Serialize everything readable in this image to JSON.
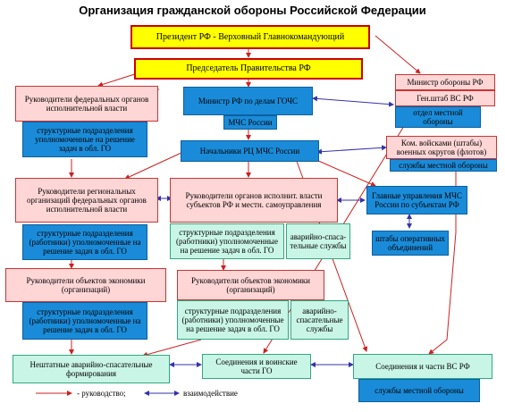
{
  "title": "Организация гражданской обороны Российской Федерации",
  "boxes": {
    "president": "Президент РФ - Верховный Главнокомандующий",
    "premier": "Председатель Правительства РФ",
    "defense_minister": "Министр обороны РФ",
    "gen_staff": "Ген.штаб ВС РФ",
    "local_defense_dept": "отдел местной обороны",
    "fed_exec_heads": "Руководители федеральных органов исполнительной власти",
    "fed_struct_units": "структурные подразделения уполномоченные на решение задач в обл. ГО",
    "emergency_minister": "Министр РФ по делам ГОЧС",
    "mchs": "МЧС России",
    "rc_head": "Начальники РЦ  МЧС России",
    "district_command": "Ком. войсками (штабы) военных округов (флотов)",
    "local_defense_services_1": "службы местной обороны",
    "reg_fed_heads": "Руководители региональных организаций федеральных органов исполнительной власти",
    "subject_heads": "Руководители органов исполнит. власти субъектов РФ  и местн. самоуправления",
    "main_mchs_depts": "Главные управления МЧС России по субъектам РФ",
    "reg_struct_units": "структурные подразделения (работники) уполномоченные на решение задач в обл. ГО",
    "subject_struct_units": "структурные подразделения (работники) уполномоченные на решение задач в обл. ГО",
    "subject_rescue": "аварийно-спаса-тельные службы",
    "op_staff": "штабы оперативных объединений",
    "econ_heads_left": "Руководители  объектов экономики (организаций)",
    "econ_heads_center": "Руководители  объектов экономики (организаций)",
    "econ_struct_left": "структурные подразделения (работники) уполномоченные на решение задач в обл. ГО",
    "econ_struct_center": "структурные подразделения (работники) уполномоченные на решение задач в обл. ГО",
    "econ_rescue": "аварийно-спасательные службы",
    "nonstaff_rescue": "Нештатные аварийно-спасательные формирования",
    "civil_def_units": "Соединения и воинские части ГО",
    "armed_forces_units": "Соединения и части ВС РФ",
    "local_defense_services_2": "службы местной обороны"
  },
  "legend": {
    "leadership": "- руководство;",
    "interaction": "взаимодействие"
  },
  "colors": {
    "leadership_line": "#cc2222",
    "interaction_line": "#3333aa"
  }
}
